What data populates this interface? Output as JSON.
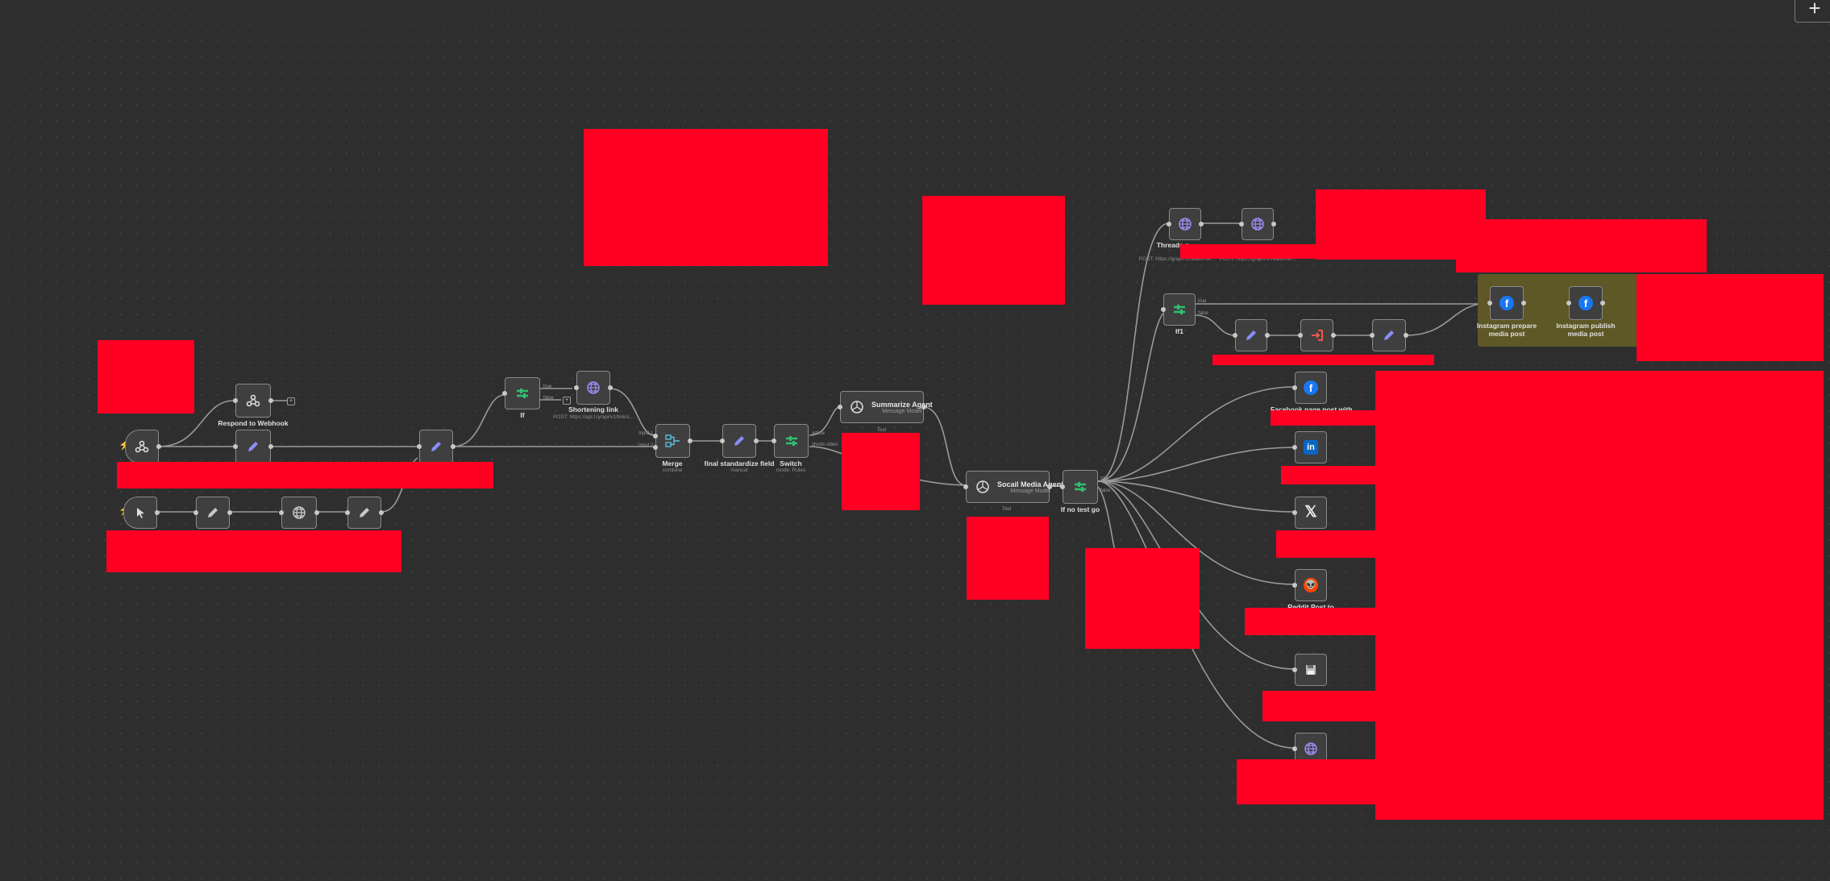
{
  "canvas": {
    "add_button_label": "+"
  },
  "nodes": {
    "respond_webhook": {
      "label": "Respond to Webhook"
    },
    "if_top": {
      "label": "If",
      "true_label": "true",
      "false_label": "false"
    },
    "shortening_link": {
      "label": "Shortening link",
      "sub": "POST: https://api.t.ly/api/v1/link/s..."
    },
    "merge": {
      "label": "Merge",
      "sub": "combine",
      "input1": "Input 1",
      "input2": "Input 2"
    },
    "final_fields": {
      "label": "final standardize field",
      "sub": "manual"
    },
    "switch": {
      "label": "Switch",
      "sub": "mode: Rules",
      "out1": "article",
      "out2": "shorts video"
    },
    "summarize_agent": {
      "label": "Summarize Agent",
      "sub": "Message Model",
      "tool": "Tool"
    },
    "social_agent": {
      "label": "Socail Media Agent",
      "sub": "Message Model",
      "tool": "Tool"
    },
    "if_no_test": {
      "label": "If no test go",
      "true_label": "true",
      "false_label": "false"
    },
    "threads_1": {
      "label": "Threads p",
      "sub": "POST: https://graph.threads.ne..."
    },
    "threads_2": {
      "sub": "POST: https://graph.threads.ne..."
    },
    "if_right": {
      "label": "If1",
      "true_label": "true",
      "false_label": "false"
    },
    "insta_prepare": {
      "label": "Instagram prepare media post"
    },
    "insta_publish": {
      "label": "Instagram publish media post"
    },
    "facebook_post": {
      "label": "Facebook page post with"
    },
    "reddit_post": {
      "label": "Reddit Post to"
    }
  },
  "icons": {
    "webhook": "webhook-icon",
    "edit": "pencil-icon",
    "globe": "globe-icon",
    "if": "if-icon",
    "merge": "merge-icon",
    "openai": "openai-icon",
    "cursor": "cursor-icon",
    "facebook": "facebook-icon",
    "linkedin": "linkedin-icon",
    "x": "x-icon",
    "reddit": "reddit-icon",
    "save": "save-icon",
    "login": "login-icon"
  },
  "brand_glyphs": {
    "facebook": "f",
    "linkedin": "in",
    "x": "𝕏",
    "reddit": "👽"
  },
  "colors": {
    "canvas": "#2e2e2e",
    "node_bg": "#3f3f3f",
    "edit_purple": "#8b8cf7",
    "if_green": "#2fbf71",
    "redaction": "#ff0023",
    "sticky": "#5e5726"
  }
}
